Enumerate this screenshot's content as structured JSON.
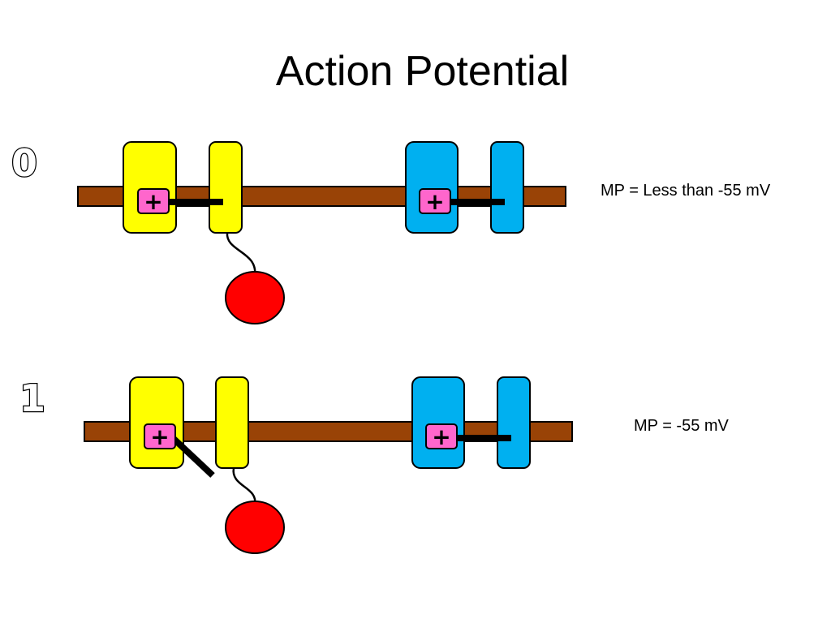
{
  "title": "Action Potential",
  "rows": [
    {
      "step": "0",
      "mp": "MP = Less than -55 mV",
      "na_gate": "closed",
      "k_gate": "closed"
    },
    {
      "step": "1",
      "mp": "MP = -55 mV",
      "na_gate": "opening",
      "k_gate": "closed"
    }
  ],
  "plus_symbol": "+",
  "colors": {
    "membrane": "#994306",
    "sodium_channel": "#ffff00",
    "potassium_channel": "#00b0f0",
    "charge_box": "#ff66cc",
    "inactivation_ball": "#ff0000",
    "outline": "#000000"
  }
}
